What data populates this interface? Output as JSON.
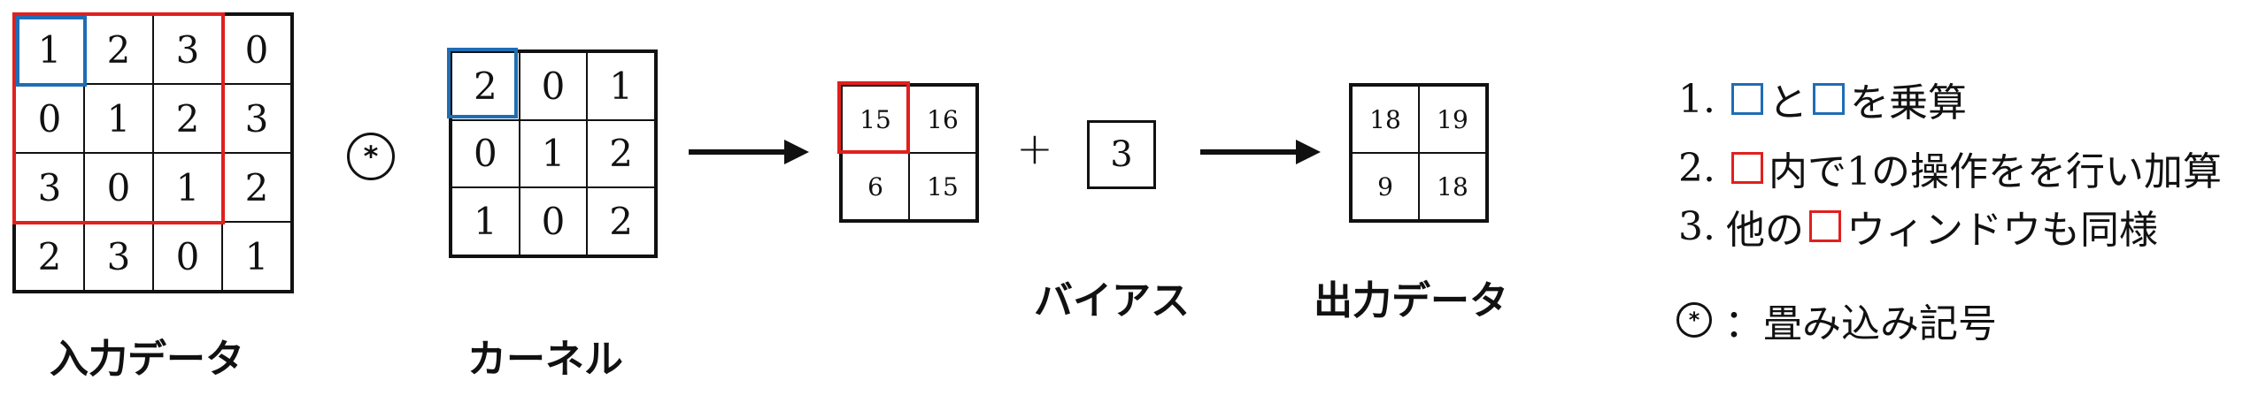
{
  "colors": {
    "red": "#e0201e",
    "blue": "#1f6db5",
    "line": "#111111"
  },
  "input": {
    "rows": [
      [
        "1",
        "2",
        "3",
        "0"
      ],
      [
        "0",
        "1",
        "2",
        "3"
      ],
      [
        "3",
        "0",
        "1",
        "2"
      ],
      [
        "2",
        "3",
        "0",
        "1"
      ]
    ],
    "label": "入力データ"
  },
  "kernel": {
    "rows": [
      [
        "2",
        "0",
        "1"
      ],
      [
        "0",
        "1",
        "2"
      ],
      [
        "1",
        "0",
        "2"
      ]
    ],
    "label": "カーネル"
  },
  "intermediate": {
    "rows": [
      [
        "15",
        "16"
      ],
      [
        "6",
        "15"
      ]
    ]
  },
  "plus": "+",
  "bias": {
    "value": "3",
    "label": "バイアス"
  },
  "output": {
    "rows": [
      [
        "18",
        "19"
      ],
      [
        "9",
        "18"
      ]
    ],
    "label": "出力データ"
  },
  "conv_symbol": "*",
  "steps": {
    "s1": {
      "num": "1.",
      "mid": "と",
      "tail": "を乗算"
    },
    "s2": {
      "num": "2.",
      "tail": "内で1の操作をを行い加算"
    },
    "s3": {
      "num": "3.",
      "head": "他の",
      "tail": "ウィンドウも同様"
    }
  },
  "legend": {
    "symbol": "*",
    "text": "：畳み込み記号"
  }
}
